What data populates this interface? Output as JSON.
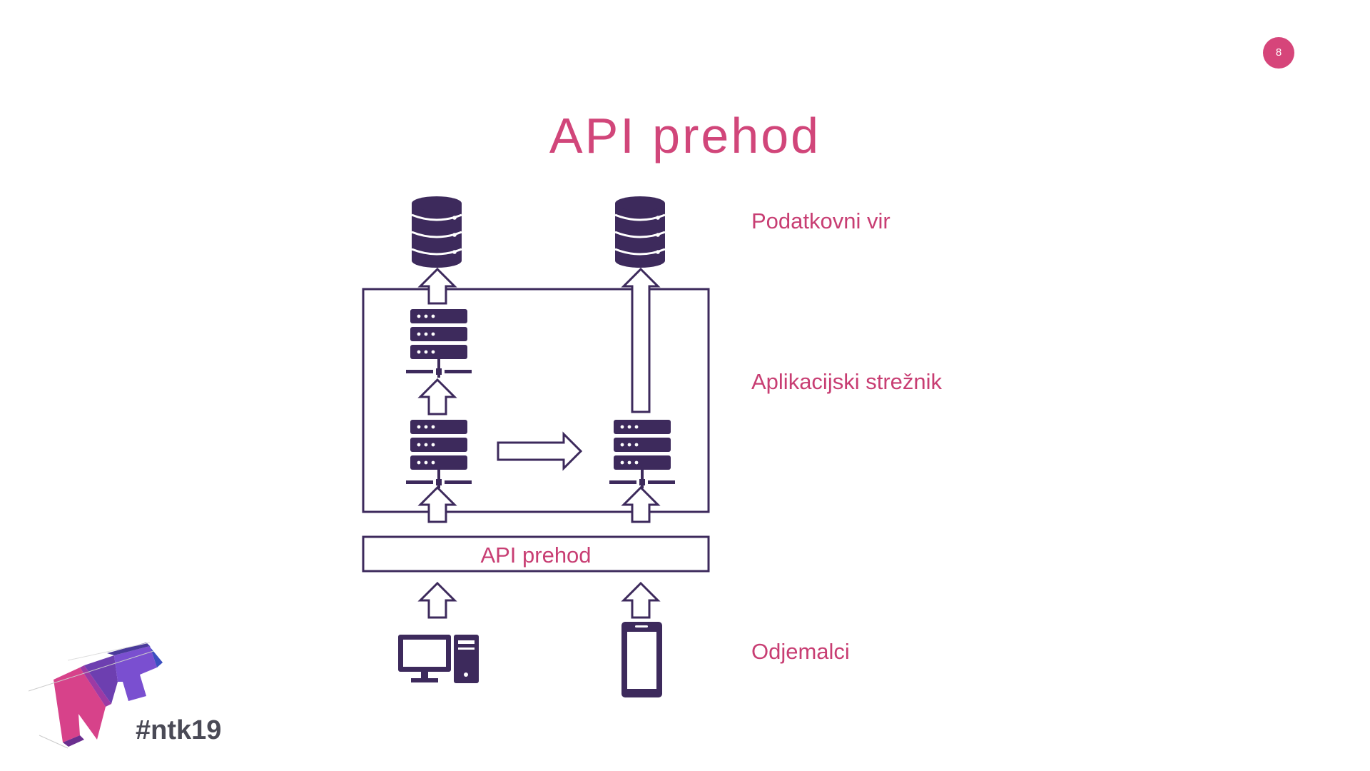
{
  "page_number": "8",
  "title": "API prehod",
  "diagram": {
    "layers": {
      "data_source": "Podatkovni vir",
      "app_server": "Aplikacijski strežnik",
      "clients": "Odjemalci"
    },
    "gateway_label": "API prehod"
  },
  "footer": {
    "hashtag": "#ntk19",
    "logo_text": "NT"
  },
  "colors": {
    "accent": "#d1467a",
    "dark": "#3d2a5c",
    "badge": "#d6457a"
  },
  "icons": [
    "database-icon",
    "server-icon",
    "desktop-computer-icon",
    "smartphone-icon",
    "arrow-up-icon",
    "arrow-right-icon"
  ]
}
